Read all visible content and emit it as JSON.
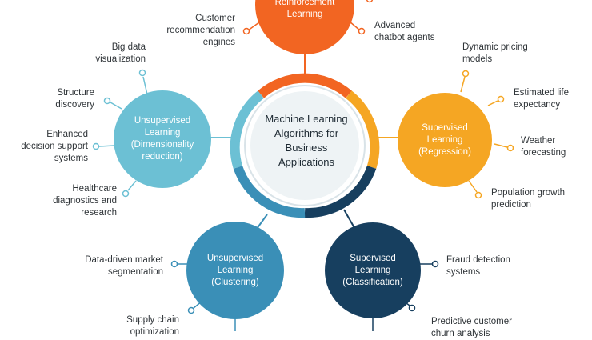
{
  "center": {
    "title": "Machine Learning\nAlgorithms for\nBusiness\nApplications"
  },
  "nodes": {
    "reinforcement": {
      "label": "Reinforcement\nLearning",
      "color": "#f26522"
    },
    "regression": {
      "label": "Supervised\nLearning\n(Regression)",
      "color": "#f5a623"
    },
    "classification": {
      "label": "Supervised\nLearning\n(Classification)",
      "color": "#173f5f"
    },
    "clustering": {
      "label": "Unsupervised\nLearning\n(Clustering)",
      "color": "#3a8fb7"
    },
    "dimensionality": {
      "label": "Unsupervised\nLearning\n(Dimensionality\nreduction)",
      "color": "#6cc0d4"
    }
  },
  "labels": {
    "customer_rec": "Customer\nrecommendation\nengines",
    "chatbot": "Advanced\nchatbot agents",
    "dynamic_pricing": "Dynamic pricing\nmodels",
    "life_expectancy": "Estimated life\nexpectancy",
    "weather": "Weather\nforecasting",
    "population": "Population growth\nprediction",
    "fraud": "Fraud detection\nsystems",
    "churn": "Predictive customer\nchurn analysis",
    "segmentation": "Data-driven market\nsegmentation",
    "supply_chain": "Supply chain\noptimization",
    "big_data": "Big data\nvisualization",
    "structure": "Structure\ndiscovery",
    "decision_support": "Enhanced\ndecision support\nsystems",
    "healthcare": "Healthcare\ndiagnostics and\nresearch"
  }
}
